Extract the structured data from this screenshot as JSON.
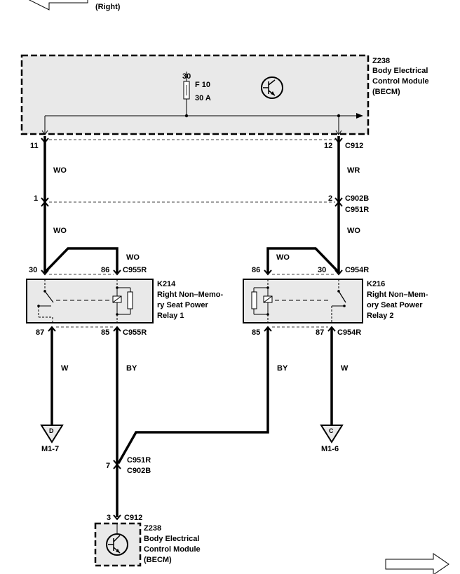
{
  "nav": {
    "prev_caption": "(Right)"
  },
  "becm_top": {
    "id": "Z238",
    "name_lines": [
      "Body Electrical",
      "Control Module",
      "(BECM)"
    ],
    "fuse": {
      "feed": "30",
      "name": "F 10",
      "rating": "30 A"
    },
    "pin_left": "11",
    "pin_right": "12",
    "connector": "C912"
  },
  "wires": {
    "left_upper": "WO",
    "right_upper": "WR",
    "left_mid": "WO",
    "right_mid": "WO",
    "relay1_jumper": "WO",
    "relay2_jumper": "WO",
    "relay1_out": "W",
    "relay1_coil": "BY",
    "relay2_coil": "BY",
    "relay2_out": "W"
  },
  "inline_conn": {
    "pin_left": "1",
    "pin_right": "2",
    "conn_a": "C902B",
    "conn_b": "C951R"
  },
  "relay1": {
    "id": "K214",
    "name_lines": [
      "Right Non–Memo-",
      "ry Seat Power",
      "Relay 1"
    ],
    "pin_30": "30",
    "pin_86": "86",
    "pin_87": "87",
    "pin_85": "85",
    "connector": "C955R"
  },
  "relay2": {
    "id": "K216",
    "name_lines": [
      "Right Non–Mem-",
      "ory Seat Power",
      "Relay 2"
    ],
    "pin_86": "86",
    "pin_30": "30",
    "pin_85": "85",
    "pin_87": "87",
    "connector": "C954R"
  },
  "grounds": {
    "left": {
      "letter": "D",
      "label": "M1-7"
    },
    "right": {
      "letter": "C",
      "label": "M1-6"
    }
  },
  "splice": {
    "pin": "7",
    "conn_a": "C951R",
    "conn_b": "C902B"
  },
  "becm_bottom": {
    "pin": "3",
    "connector": "C912",
    "id": "Z238",
    "name_lines": [
      "Body Electrical",
      "Control Module",
      "(BECM)"
    ]
  }
}
